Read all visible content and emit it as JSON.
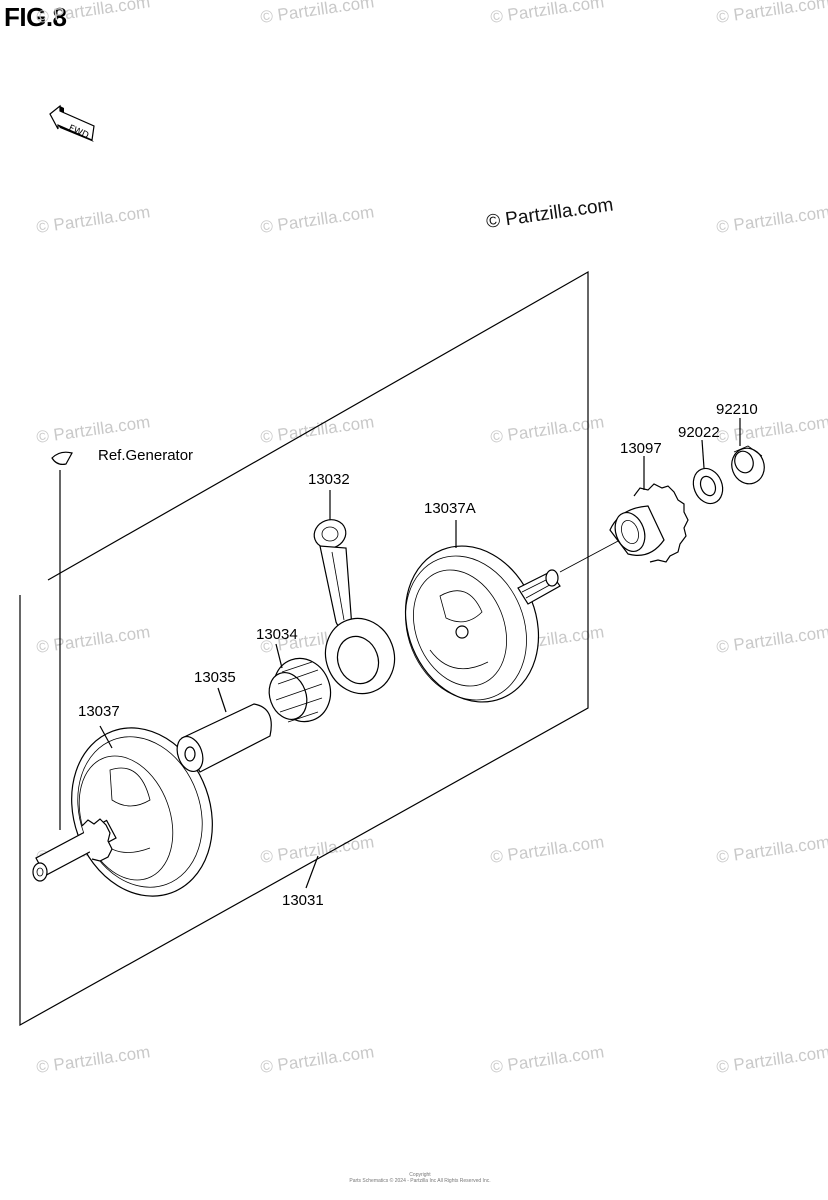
{
  "figure": {
    "title": "FIG.8",
    "fwd_label": "FWD",
    "main_watermark": "© Partzilla.com",
    "watermark_text": "© Partzilla.com",
    "footer_lines": [
      "Copyright",
      "Parts Schematics © 2024 - Partzilla Inc All Rights Reserved Inc."
    ]
  },
  "parts": [
    {
      "id": "ref-generator",
      "label": "Ref.Generator"
    },
    {
      "id": "13032",
      "label": "13032"
    },
    {
      "id": "13037A",
      "label": "13037A"
    },
    {
      "id": "13097",
      "label": "13097"
    },
    {
      "id": "92022",
      "label": "92022"
    },
    {
      "id": "92210",
      "label": "92210"
    },
    {
      "id": "13034",
      "label": "13034"
    },
    {
      "id": "13035",
      "label": "13035"
    },
    {
      "id": "13037",
      "label": "13037"
    },
    {
      "id": "13031",
      "label": "13031"
    }
  ]
}
